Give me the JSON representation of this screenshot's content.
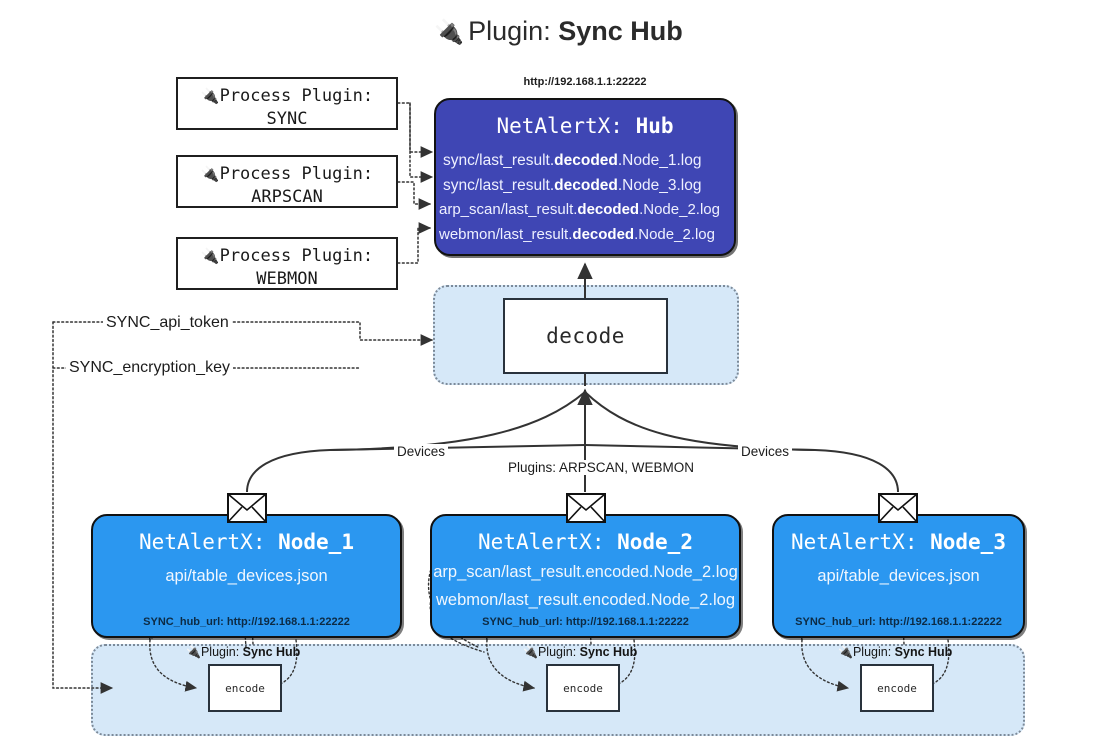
{
  "title": {
    "icon": "plug-icon",
    "prefix": "Plugin: ",
    "name": "Sync Hub",
    "glyph": "🔌"
  },
  "process_plugins": [
    {
      "icon": "plug-icon",
      "line1": "Process Plugin:",
      "line2": "SYNC"
    },
    {
      "icon": "plug-icon",
      "line1": "Process Plugin:",
      "line2": "ARPSCAN"
    },
    {
      "icon": "plug-icon",
      "line1": "Process Plugin:",
      "line2": "WEBMON"
    }
  ],
  "hub": {
    "url": "http://192.168.1.1:22222",
    "label_prefix": "NetAlertX: ",
    "label_name": "Hub",
    "logs": [
      {
        "pre": "sync/last_result.",
        "em": "decoded",
        "post": ".Node_1.log"
      },
      {
        "pre": "sync/last_result.",
        "em": "decoded",
        "post": ".Node_3.log"
      },
      {
        "pre": "arp_scan/last_result.",
        "em": "decoded",
        "post": ".Node_2.log"
      },
      {
        "pre": "webmon/last_result.",
        "em": "decoded",
        "post": ".Node_2.log"
      }
    ]
  },
  "decode": {
    "label": "decode"
  },
  "secrets": [
    {
      "label": "SYNC_api_token"
    },
    {
      "label": "SYNC_encryption_key"
    }
  ],
  "edge_labels": {
    "devices_left": "Devices",
    "devices_right": "Devices",
    "plugins_center": "Plugins: ARPSCAN, WEBMON"
  },
  "nodes": [
    {
      "icon": "envelope-icon",
      "label_prefix": "NetAlertX: ",
      "label_name": "Node_1",
      "lines": [
        "api/table_devices.json"
      ],
      "url_key": "SYNC_hub_url: ",
      "url_value": "http://192.168.1.1:22222"
    },
    {
      "icon": "envelope-icon",
      "label_prefix": "NetAlertX: ",
      "label_name": "Node_2",
      "lines": [
        "arp_scan/last_result.encoded.Node_2.log",
        "webmon/last_result.encoded.Node_2.log"
      ],
      "url_key": "SYNC_hub_url: ",
      "url_value": "http://192.168.1.1:22222"
    },
    {
      "icon": "envelope-icon",
      "label_prefix": "NetAlertX: ",
      "label_name": "Node_3",
      "lines": [
        "api/table_devices.json"
      ],
      "url_key": "SYNC_hub_url: ",
      "url_value": "http://192.168.1.1:22222"
    }
  ],
  "encoders": [
    {
      "caption_prefix": "Plugin: ",
      "caption_name": "Sync Hub",
      "label": "encode"
    },
    {
      "caption_prefix": "Plugin: ",
      "caption_name": "Sync Hub",
      "label": "encode"
    },
    {
      "caption_prefix": "Plugin: ",
      "caption_name": "Sync Hub",
      "label": "encode"
    }
  ],
  "colors": {
    "hub_fill": "#3f46b4",
    "node_fill": "#2b97f0",
    "zone_fill": "#d6e8f8",
    "zone_border": "#7c8a99",
    "stroke": "#333333"
  }
}
